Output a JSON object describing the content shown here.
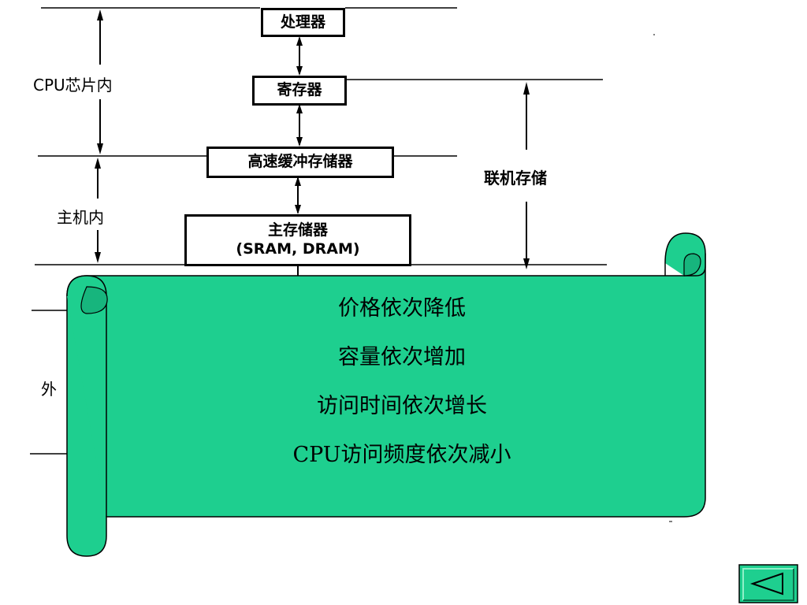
{
  "diagram": {
    "levels": {
      "processor": "处理器",
      "register": "寄存器",
      "cache": "高速缓冲存储器",
      "main_memory_line1": "主存储器",
      "main_memory_line2": "(SRAM, DRAM)"
    },
    "scope_labels": {
      "cpu_chip": "CPU芯片内",
      "host": "主机内",
      "online_storage": "联机存储",
      "external": "外"
    }
  },
  "scroll_banner": {
    "lines": [
      "价格依次降低",
      "容量依次增加",
      "访问时间依次增长",
      "CPU访问频度依次减小"
    ],
    "fill_color": "#1ecf8f",
    "border_color": "#000000"
  },
  "navigation": {
    "back_icon": "triangle-left-icon",
    "button_color": "#1ecf8f"
  }
}
